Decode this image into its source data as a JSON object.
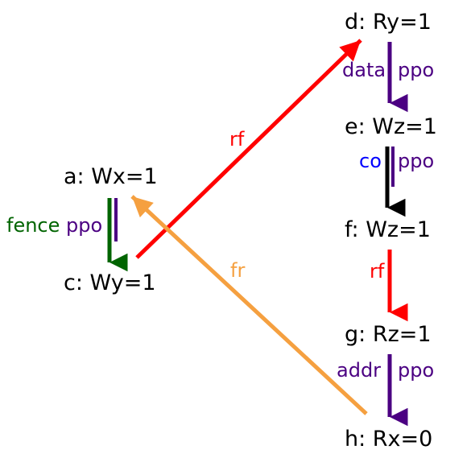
{
  "nodes": {
    "a": "a:  Wx=1",
    "c": "c:  Wy=1",
    "d": "d:  Ry=1",
    "e": "e:  Wz=1",
    "f": "f:  Wz=1",
    "g": "g:  Rz=1",
    "h": "h:  Rx=0"
  },
  "edges": {
    "a_c_fence": "fence",
    "a_c_ppo": "ppo",
    "d_e_data": "data",
    "d_e_ppo": "ppo",
    "e_f_co": "co",
    "e_f_ppo": "ppo",
    "f_g_rf": "rf",
    "g_h_addr": "addr",
    "g_h_ppo": "ppo",
    "c_d_rf": "rf",
    "h_a_fr": "fr"
  },
  "colors": {
    "fence": "#006400",
    "ppo": "#4b0082",
    "data": "#4b0082",
    "addr": "#4b0082",
    "co_label": "#0000ff",
    "co_arrow": "#000000",
    "rf": "#ff0000",
    "fr": "#f5a040"
  }
}
